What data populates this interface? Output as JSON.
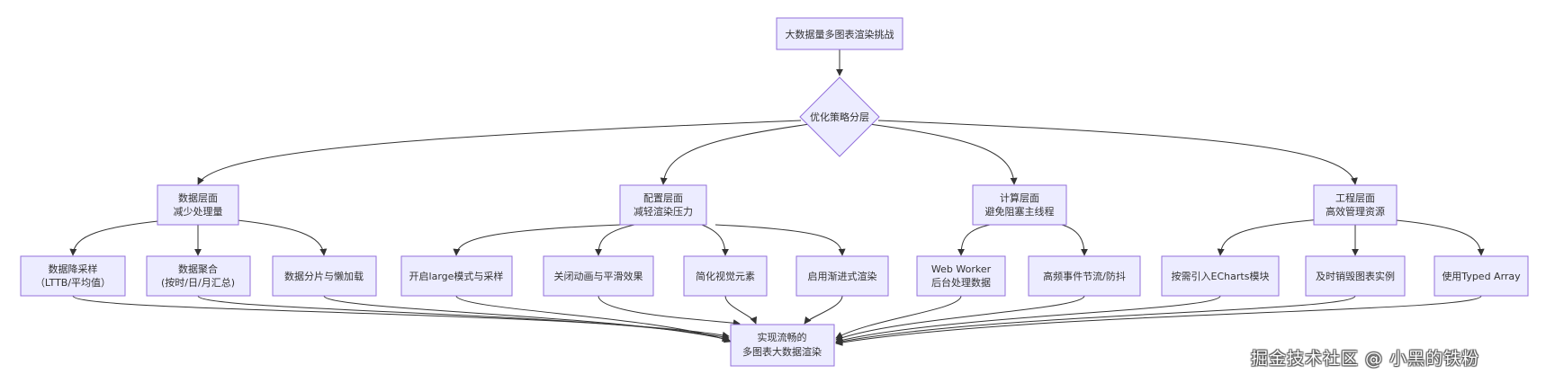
{
  "diagram": {
    "nodes": {
      "top": "大数据量多图表渲染挑战",
      "decision": "优化策略分层",
      "l_data": [
        "数据层面",
        "减少处理量"
      ],
      "l_config": [
        "配置层面",
        "减轻渲染压力"
      ],
      "l_compute": [
        "计算层面",
        "避免阻塞主线程"
      ],
      "l_eng": [
        "工程层面",
        "高效管理资源"
      ],
      "d1": [
        "数据降采样",
        "（LTTB/平均值）"
      ],
      "d2": [
        "数据聚合",
        "(按时/日/月汇总)"
      ],
      "d3": [
        "数据分片与懒加载"
      ],
      "c1": [
        "开启large模式与采样"
      ],
      "c2": [
        "关闭动画与平滑效果"
      ],
      "c3": [
        "简化视觉元素"
      ],
      "c4": [
        "启用渐进式渲染"
      ],
      "p1": [
        "Web Worker",
        "后台处理数据"
      ],
      "p2": [
        "高频事件节流/防抖"
      ],
      "e1": [
        "按需引入ECharts模块"
      ],
      "e2": [
        "及时销毁图表实例"
      ],
      "e3": [
        "使用Typed Array"
      ],
      "result": [
        "实现流畅的",
        "多图表大数据渲染"
      ]
    }
  },
  "watermark": "掘金技术社区 @ 小黑的铁粉"
}
